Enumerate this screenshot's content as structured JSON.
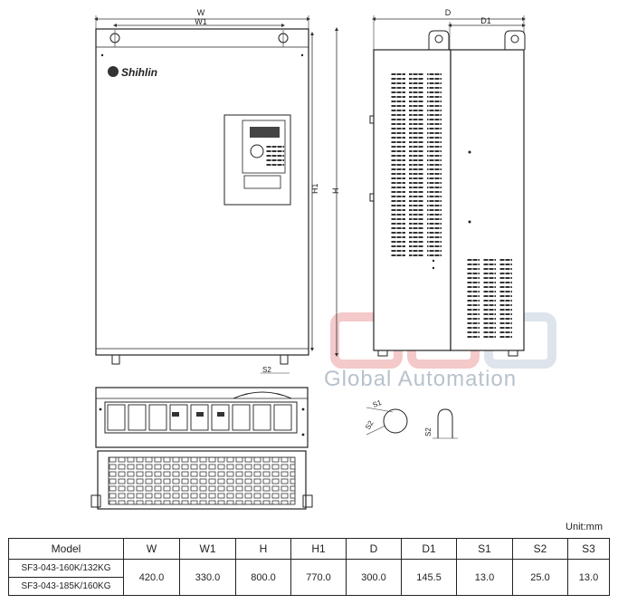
{
  "dimension_labels": {
    "w": "W",
    "w1": "W1",
    "h": "H",
    "h1": "H1",
    "d": "D",
    "d1": "D1",
    "s1": "S1",
    "s2": "S2",
    "s2_hole": "S2"
  },
  "brand": "Shihlin",
  "watermark": {
    "logo": "GAC",
    "text": "Global Automation"
  },
  "unit_label": "Unit:mm",
  "table": {
    "headers": [
      "Model",
      "W",
      "W1",
      "H",
      "H1",
      "D",
      "D1",
      "S1",
      "S2",
      "S3"
    ],
    "models": [
      "SF3-043-160K/132KG",
      "SF3-043-185K/160KG"
    ],
    "values": [
      "420.0",
      "330.0",
      "800.0",
      "770.0",
      "300.0",
      "145.5",
      "13.0",
      "25.0",
      "13.0"
    ]
  }
}
